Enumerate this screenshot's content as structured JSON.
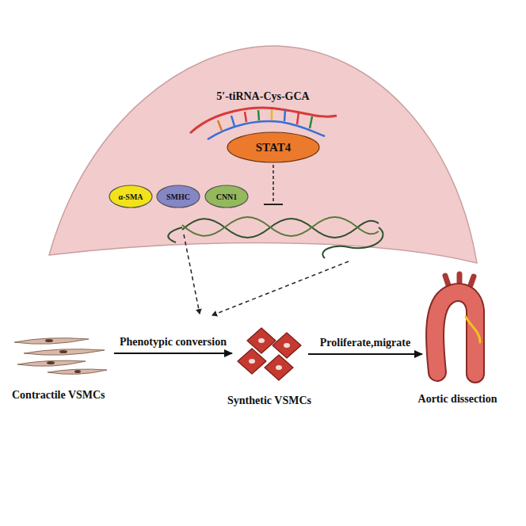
{
  "diagram": {
    "nodes": [
      {
        "text": [
          "STAT4"
        ]
      },
      {
        "text": [
          "α-SMA"
        ]
      },
      {
        "text": [
          "SMHC"
        ]
      },
      {
        "text": [
          "CNN1"
        ]
      },
      {
        "text": [
          "Contractile VSMCs"
        ]
      },
      {
        "text": [
          "Synthetic VSMCs"
        ]
      },
      {
        "text": [
          "Aortic dissection"
        ]
      }
    ],
    "edges": [
      {
        "from": 4,
        "to": 5,
        "arrow": "to",
        "label": "Phenotypic conversion"
      },
      {
        "from": 5,
        "to": 6,
        "arrow": "to",
        "label": "Proliferate,migrate"
      }
    ],
    "labels": [
      "5′-tiRNA-Cys-GCA"
    ]
  }
}
